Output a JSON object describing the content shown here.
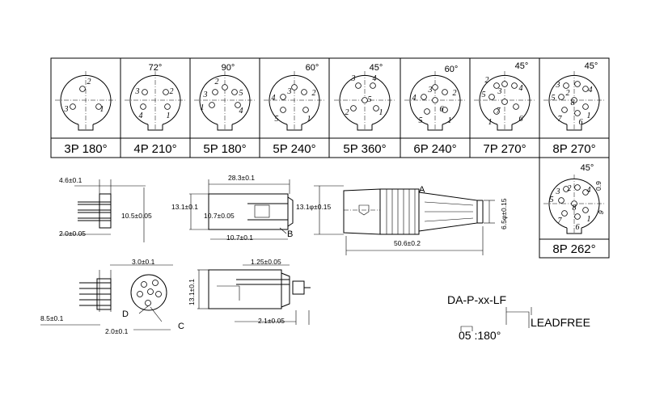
{
  "pin_table": [
    {
      "label": "3P 180°",
      "angle": "",
      "pins": [
        "2",
        "3",
        "1"
      ]
    },
    {
      "label": "4P 210°",
      "angle": "72°",
      "pins": [
        "3",
        "2",
        "4",
        "1"
      ]
    },
    {
      "label": "5P 180°",
      "angle": "90°",
      "pins": [
        "2",
        "3",
        "5",
        "1",
        "4"
      ]
    },
    {
      "label": "5P 240°",
      "angle": "60°",
      "pins": [
        "4",
        "3",
        "2",
        "5",
        "1"
      ]
    },
    {
      "label": "5P 360°",
      "angle": "45°",
      "pins": [
        "3",
        "4",
        "5",
        "2",
        "1"
      ]
    },
    {
      "label": "6P 240°",
      "angle": "60°",
      "pins": [
        "4",
        "3",
        "2",
        "6",
        "5",
        "1"
      ]
    },
    {
      "label": "7P 270°",
      "angle": "45°",
      "pins": [
        "2",
        "3",
        "4",
        "5",
        "7",
        "1",
        "6"
      ]
    },
    {
      "label": "8P 270°",
      "angle": "45°",
      "pins": [
        "3",
        "2",
        "4",
        "5",
        "8",
        "7",
        "1",
        "6"
      ]
    }
  ],
  "pin_8p_262": {
    "label": "8P 262°",
    "angle": "45°",
    "extra_dims": [
      "0.9",
      "9"
    ],
    "pins": [
      "3",
      "2",
      "4",
      "5",
      "8",
      "7",
      "1",
      "6"
    ]
  },
  "dimensions": {
    "d_4_6": "4.6±0.1",
    "d_10_5": "10.5±0.05",
    "d_2_0_top": "2.0±0.05",
    "d_28_3": "28.3±0.1",
    "d_13_1_a": "13.1±0.1",
    "d_10_7_v": "10.7±0.05",
    "d_10_7_h": "10.7±0.1",
    "d_13_1_b": "13.1φ±0.15",
    "d_6_5": "6.5φ±0.15",
    "d_50_6": "50.6±0.2",
    "d_3_0": "3.0±0.1",
    "d_8_5": "8.5±0.1",
    "d_2_0_bot": "2.0±0.1",
    "d_13_1_c": "13.1±0.1",
    "d_1_25": "1.25±0.05",
    "d_2_1": "2.1±0.05"
  },
  "callouts": {
    "a": "A",
    "b": "B",
    "c": "C",
    "d": "D"
  },
  "part_code": {
    "code": "DA-P-xx-LF",
    "leadfree": "LEADFREE",
    "example": "05 :180°"
  }
}
